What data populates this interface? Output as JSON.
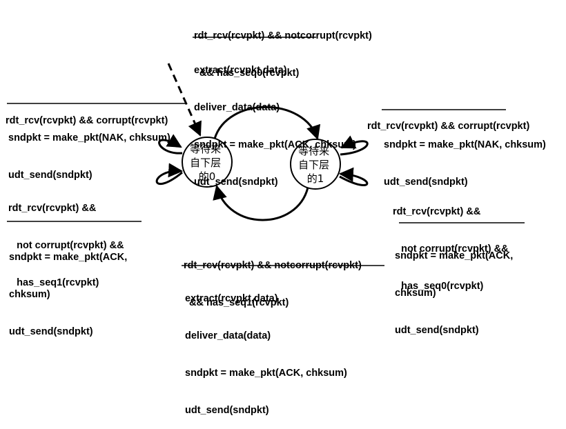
{
  "states": {
    "wait0": {
      "lines": [
        "等待来",
        "自下层",
        "的0"
      ]
    },
    "wait1": {
      "lines": [
        "等待来",
        "自下层",
        "的1"
      ]
    }
  },
  "transitions": {
    "t_top": {
      "event": [
        "rdt_rcv(rcvpkt) && notcorrupt(rcvpkt)",
        "  && has_seq0(rcvpkt)"
      ],
      "actions": [
        "extract(rcvpkt,data)",
        "deliver_data(data)",
        "sndpkt = make_pkt(ACK, chksum)",
        "udt_send(sndpkt)"
      ]
    },
    "t_left_corrupt": {
      "event": [
        "rdt_rcv(rcvpkt) && corrupt(rcvpkt)"
      ],
      "actions": [
        "sndpkt = make_pkt(NAK, chksum)",
        "udt_send(sndpkt)"
      ]
    },
    "t_left_seq1": {
      "event": [
        "rdt_rcv(rcvpkt) &&",
        "   not corrupt(rcvpkt) &&",
        "   has_seq1(rcvpkt)"
      ],
      "actions": [
        "sndpkt = make_pkt(ACK,",
        "chksum)",
        "udt_send(sndpkt)"
      ]
    },
    "t_right_corrupt": {
      "event": [
        "rdt_rcv(rcvpkt) && corrupt(rcvpkt)"
      ],
      "actions": [
        "sndpkt = make_pkt(NAK, chksum)",
        "udt_send(sndpkt)"
      ]
    },
    "t_right_seq0": {
      "event": [
        "rdt_rcv(rcvpkt) &&",
        "   not corrupt(rcvpkt) &&",
        "   has_seq0(rcvpkt)"
      ],
      "actions": [
        "sndpkt = make_pkt(ACK,",
        "chksum)",
        "udt_send(sndpkt)"
      ]
    },
    "t_bottom": {
      "event": [
        "rdt_rcv(rcvpkt) && notcorrupt(rcvpkt)",
        "  && has_seq1(rcvpkt)"
      ],
      "actions": [
        "extract(rcvpkt,data)",
        "deliver_data(data)",
        "sndpkt = make_pkt(ACK, chksum)",
        "udt_send(sndpkt)"
      ]
    }
  }
}
